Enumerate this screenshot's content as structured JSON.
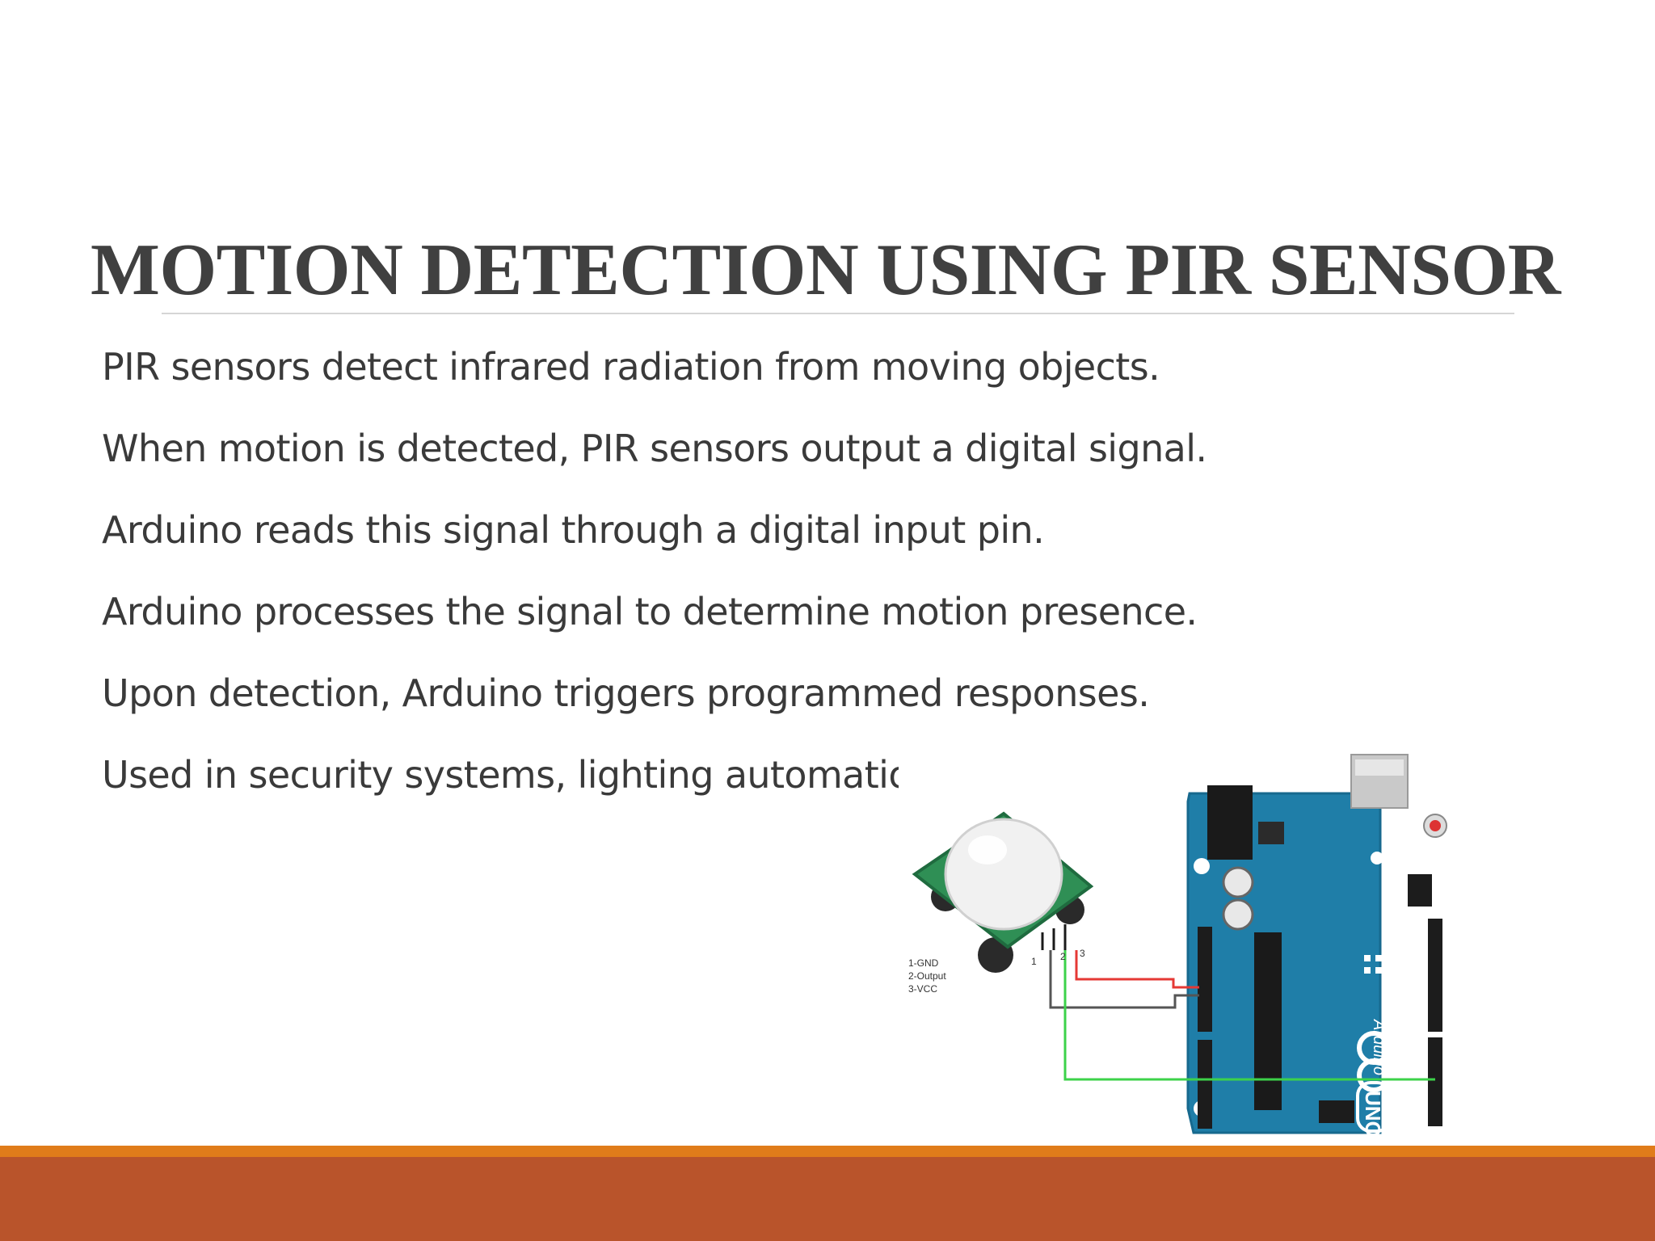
{
  "slide": {
    "title": "MOTION DETECTION USING PIR SENSOR",
    "bullets": [
      "PIR sensors detect infrared radiation from moving objects.",
      "When motion is detected, PIR sensors output a digital signal.",
      "Arduino reads this signal through a digital input pin.",
      "Arduino processes the signal to determine motion presence.",
      "Upon detection, Arduino triggers programmed responses.",
      "Used in security systems, lighting automation, and more."
    ]
  },
  "figure": {
    "pin_legend": [
      "1-GND",
      "2-Output",
      "3-VCC"
    ],
    "pin_numbers": [
      "1",
      "2",
      "3"
    ],
    "board_brand": "Arduino",
    "board_model": "UNO"
  },
  "theme": {
    "title_color": "#404040",
    "text_color": "#3a3a3a",
    "footer_accent": "#e07c1a",
    "footer_band": "#b9542b",
    "board_color": "#1f7ea8",
    "sensor_pcb": "#2f8f55",
    "wire_red": "#e53935",
    "wire_gray": "#555555",
    "wire_green": "#3cd24a"
  }
}
